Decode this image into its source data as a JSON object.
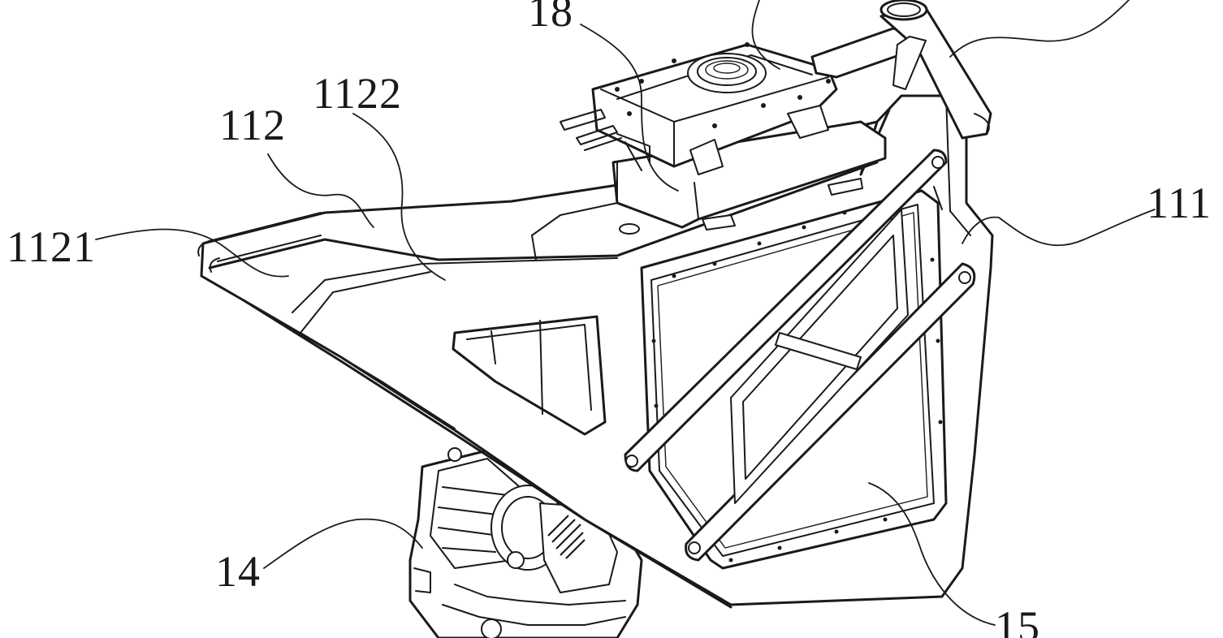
{
  "figure": {
    "labels": {
      "l18": "18",
      "l1122": "1122",
      "l112": "112",
      "l1121": "1121",
      "l111": "111",
      "l14": "14",
      "l15": "15"
    }
  }
}
